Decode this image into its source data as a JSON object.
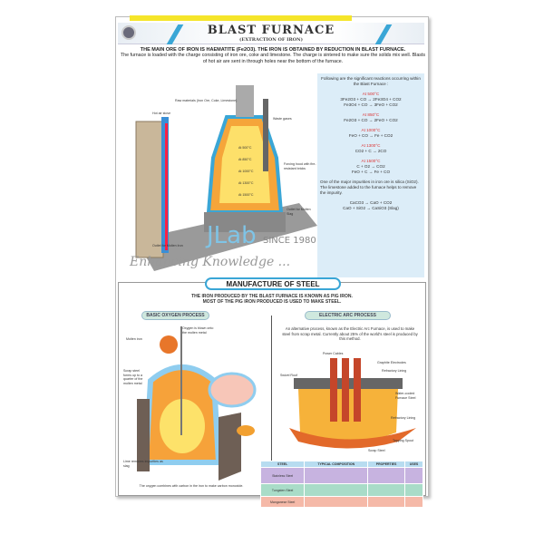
{
  "header": {
    "title": "BLAST FURNACE",
    "subtitle": "(EXTRACTION OF IRON)"
  },
  "intro": {
    "line1": "THE MAIN ORE OF IRON IS HAEMATITE (Fe2O3). THE IRON IS OBTAINED BY REDUCTION IN BLAST FURNACE.",
    "line2": "The furnace is loaded with the charge consisting of iron ore, coke and limestone. The charge is sintered to make sure the solids mix well. Blasts of hot air are sent in through holes near the bottom of the furnace."
  },
  "reactions": {
    "intro": "Following are the significant reactions occurring within the Blast Furnace :",
    "items": [
      {
        "temp": "At 500°C",
        "eqs": [
          "3Fe2O3 + CO → 2Fe3O4 + CO2",
          "Fe3O4 + CO → 3FeO + CO2"
        ]
      },
      {
        "temp": "At 850°C",
        "eqs": [
          "Fe2O3 + CO → 2FeO + CO2"
        ]
      },
      {
        "temp": "At 1000°C",
        "eqs": [
          "FeO + CO → Fe + CO2"
        ]
      },
      {
        "temp": "At 1300°C",
        "eqs": [
          "CO2 + C → 2CO"
        ]
      },
      {
        "temp": "At 1500°C",
        "eqs": [
          "C + O2 → CO2",
          "FeO + C → Fe + CO"
        ]
      }
    ],
    "impurity": "One of the major impurities in iron ore is silica (SiO2). The limestone added to the furnace helps to remove the impurity.",
    "slag": [
      "CaCO3 → CaO + CO2",
      "CaO + SiO2 → CaSiO3 (Slag)"
    ]
  },
  "furnace_labels": [
    "Raw materials (Iron Ore, Coke, Limestone)",
    "Hot air stove",
    "Waste gases",
    "Forcing hood with fire-resistant bricks",
    "Outlet for Molten Slag",
    "Outlet for Molten Iron",
    "At 500°C",
    "At 850°C",
    "At 1000°C",
    "At 1300°C",
    "At 1500°C"
  ],
  "steel": {
    "title": "MANUFACTURE OF STEEL",
    "intro1": "THE IRON PRODUCED BY THE BLAST FURNACE IS KNOWN AS PIG IRON.",
    "intro2": "MOST OF THE PIG IRON PRODUCED IS USED TO MAKE STEEL.",
    "bop": {
      "title": "BASIC OXYGEN PROCESS",
      "labels": [
        "Oxygen is blown onto the molten metal",
        "Molten iron",
        "Scrap steel forms up to a quarter of the molten metal",
        "Lime removes impurities as slag",
        "The oxygen combines with carbon in the iron to make carbon monoxide."
      ]
    },
    "eaf": {
      "title": "ELECTRIC ARC PROCESS",
      "text": "An alternative process, known as the Electric Arc Furnace, is used to make steel from scrap metal. Currently about 25% of the world's steel is produced by this method.",
      "labels": [
        "Power Cables",
        "Graphite Electrodes",
        "Refractory Lining",
        "Swivel Roof",
        "Water-cooled Furnace Steel",
        "Refractory Lining",
        "Tapping Spout",
        "Scrap Steel"
      ]
    },
    "table": {
      "headers": [
        "STEEL",
        "TYPICAL COMPOSITION",
        "PROPERTIES",
        "USES"
      ],
      "rows": [
        "Stainless Steel",
        "Tungsten Steel",
        "Manganese Steel"
      ]
    }
  },
  "watermark": {
    "brand": "JLab",
    "since": "SINCE 1980",
    "tagline": "Enhancing Knowledge ..."
  }
}
